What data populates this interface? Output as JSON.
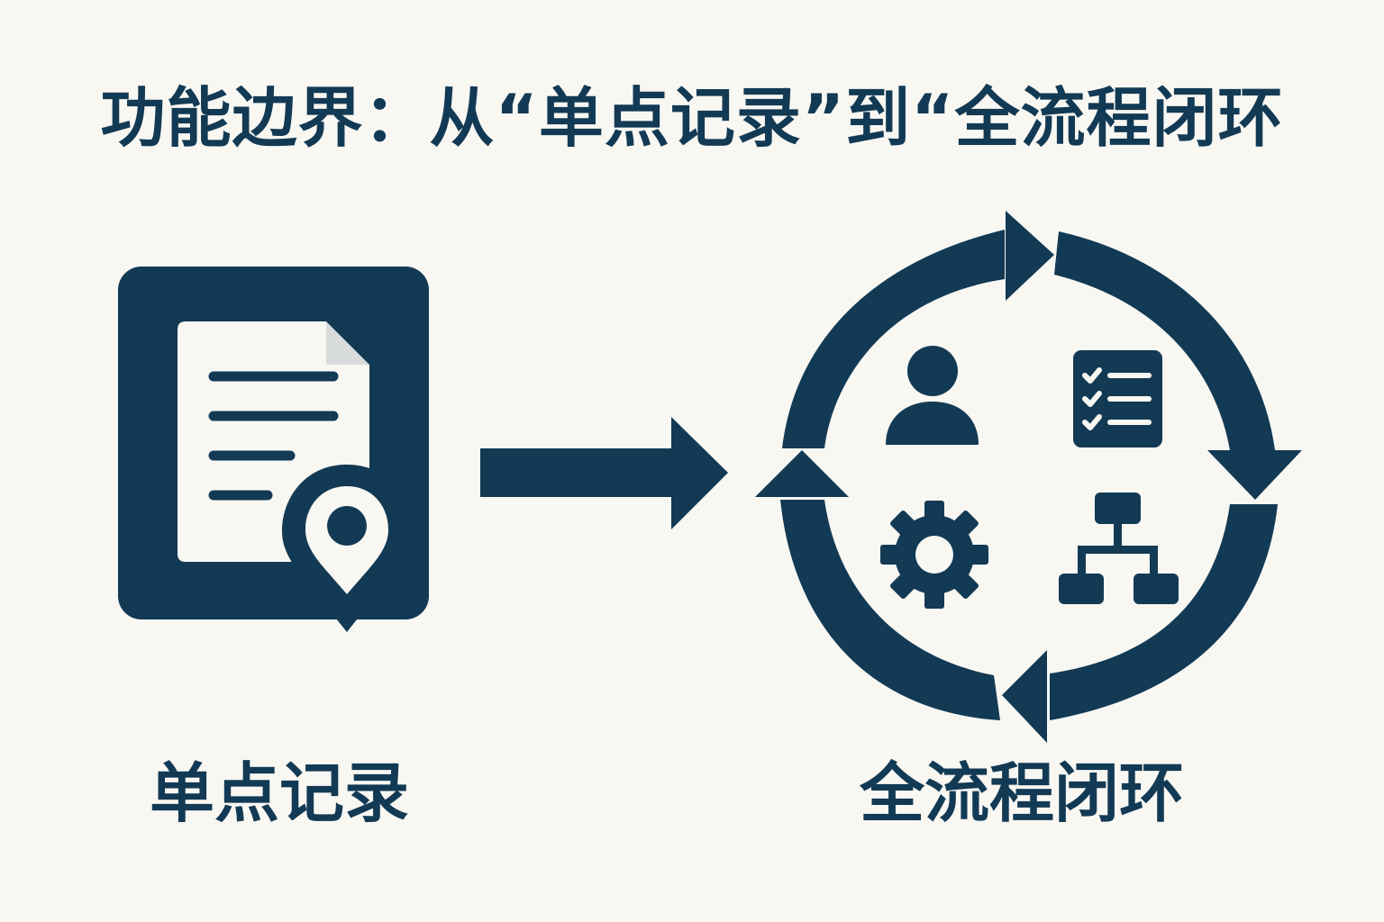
{
  "title": "功能边界：从“单点记录”到“全流程闭环",
  "left": {
    "label": "单点记录",
    "icon": "document-location-icon"
  },
  "right": {
    "label": "全流程闭环",
    "icons": [
      "user-icon",
      "checklist-icon",
      "gear-icon",
      "hierarchy-icon"
    ]
  },
  "colors": {
    "primary": "#123a55",
    "background": "#f9f7f2"
  }
}
